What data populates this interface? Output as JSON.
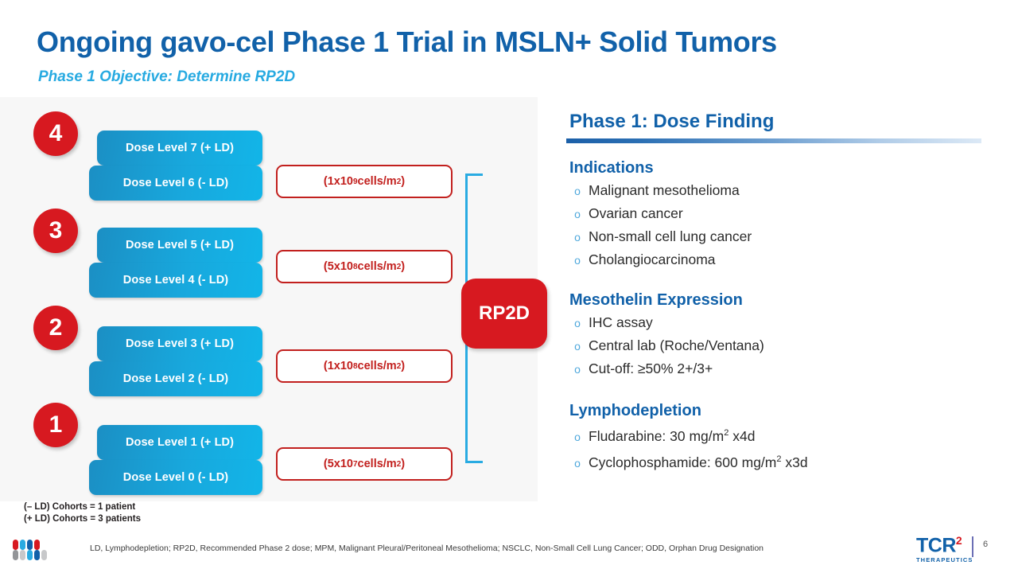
{
  "header": {
    "title": "Ongoing gavo-cel Phase 1 Trial in MSLN+ Solid Tumors",
    "subtitle": "Phase 1 Objective: Determine RP2D"
  },
  "diagram": {
    "cohorts": [
      {
        "step": "4",
        "plus_label": "Dose Level 7 (+ LD)",
        "minus_label": "Dose Level 6 (- LD)",
        "dose_base": "(1x10",
        "dose_exp": "9",
        "dose_tail": " cells/m",
        "dose_unit_exp": "2",
        "dose_close": ")"
      },
      {
        "step": "3",
        "plus_label": "Dose Level 5 (+ LD)",
        "minus_label": "Dose Level 4 (- LD)",
        "dose_base": "(5x10",
        "dose_exp": "8",
        "dose_tail": " cells/m",
        "dose_unit_exp": "2",
        "dose_close": ")"
      },
      {
        "step": "2",
        "plus_label": "Dose Level 3 (+ LD)",
        "minus_label": "Dose Level 2 (- LD)",
        "dose_base": "(1x10",
        "dose_exp": "8",
        "dose_tail": " cells/m",
        "dose_unit_exp": "2",
        "dose_close": ")"
      },
      {
        "step": "1",
        "plus_label": "Dose Level 1 (+ LD)",
        "minus_label": "Dose Level 0 (- LD)",
        "dose_base": "(5x10",
        "dose_exp": "7",
        "dose_tail": " cells/m",
        "dose_unit_exp": "2",
        "dose_close": ")"
      }
    ],
    "rp2d_label": "RP2D",
    "cohort_note_line1": "(– LD) Cohorts = 1 patient",
    "cohort_note_line2": "(+ LD) Cohorts = 3 patients"
  },
  "right": {
    "heading": "Phase 1: Dose Finding",
    "sections": [
      {
        "title": "Indications",
        "items": [
          {
            "text": "Malignant mesothelioma"
          },
          {
            "text": "Ovarian cancer"
          },
          {
            "text": "Non-small cell lung cancer"
          },
          {
            "text": "Cholangiocarcinoma"
          }
        ]
      },
      {
        "title": "Mesothelin Expression",
        "items": [
          {
            "text": "IHC assay"
          },
          {
            "text": "Central lab (Roche/Ventana)"
          },
          {
            "text": "Cut-off: ≥50% 2+/3+"
          }
        ]
      },
      {
        "title": "Lymphodepletion",
        "items": [
          {
            "pre": "Fludarabine: 30 mg/m",
            "sup": "2",
            "post": " x4d"
          },
          {
            "pre": "Cyclophosphamide: 600 mg/m",
            "sup": "2",
            "post": " x3d"
          }
        ]
      }
    ],
    "bullet_glyph": "o"
  },
  "footer": {
    "abbreviations": "LD, Lymphodepletion; RP2D, Recommended Phase 2 dose; MPM, Malignant Pleural/Peritoneal Mesothelioma; NSCLC, Non-Small Cell Lung Cancer; ODD, Orphan Drug Designation",
    "logo_main": "TCR",
    "logo_sup": "2",
    "logo_sub": "THERAPEUTICS",
    "page_number": "6"
  },
  "colors": {
    "title_blue": "#1161A9",
    "subtitle_cyan": "#27AAE1",
    "red": "#D71920",
    "callout_red": "#C2201E",
    "bar_blue": "#18A8DD",
    "bracket_blue": "#29ABE2",
    "panel_gray": "#F7F7F7"
  }
}
